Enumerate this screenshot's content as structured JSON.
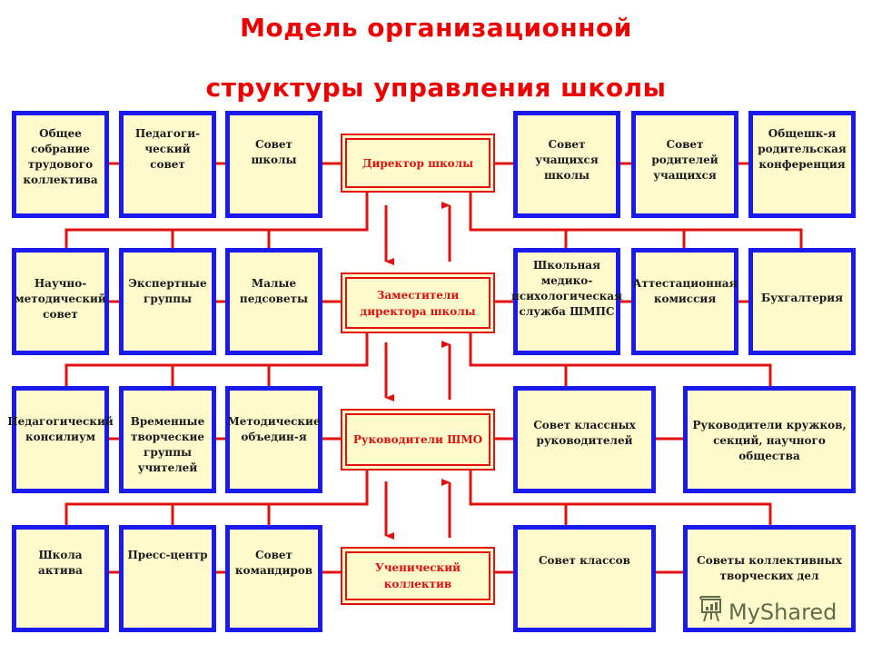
{
  "title": {
    "line1": "Модель  организационной",
    "line2": "структуры управления школы"
  },
  "colors": {
    "title": "#ee0000",
    "box_border": "#1a1aee",
    "box_fill": "#fffbcc",
    "center_border": "#e31010",
    "connector": "#e31010"
  },
  "center": [
    {
      "label": "Директор школы"
    },
    {
      "label": "Заместители директора школы"
    },
    {
      "label": "Руководители ШМО"
    },
    {
      "label": "Ученический коллектив"
    }
  ],
  "rows": [
    {
      "left": [
        {
          "label": "Общее собрание трудового коллектива"
        },
        {
          "label": "Педагоги-ческий совет"
        },
        {
          "label": "Совет школы"
        }
      ],
      "right": [
        {
          "label": "Совет учащихся школы"
        },
        {
          "label": "Совет родителей учащихся"
        },
        {
          "label": "Общешк-я родительская конференция"
        }
      ]
    },
    {
      "left": [
        {
          "label": "Научно-методический совет"
        },
        {
          "label": "Экспертные группы"
        },
        {
          "label": "Малые педсоветы"
        }
      ],
      "right": [
        {
          "label": "Школьная медико-психологическая служба ШМПС"
        },
        {
          "label": "Аттестационная комиссия"
        },
        {
          "label": "Бухгалтерия"
        }
      ]
    },
    {
      "left": [
        {
          "label": "Педагогический консилиум"
        },
        {
          "label": "Временные творческие группы учителей"
        },
        {
          "label": "Методические объедин-я"
        }
      ],
      "right": [
        {
          "label": "Совет классных руководителей"
        },
        {
          "label": "Руководители кружков, секций, научного общества"
        }
      ]
    },
    {
      "left": [
        {
          "label": "Школа актива"
        },
        {
          "label": "Пресс-центр"
        },
        {
          "label": "Совет командиров"
        }
      ],
      "right": [
        {
          "label": "Совет классов"
        },
        {
          "label": "Советы коллективных творческих дел"
        }
      ]
    }
  ],
  "watermark": {
    "text": "MyShared",
    "icon": "presentation-board-icon"
  }
}
